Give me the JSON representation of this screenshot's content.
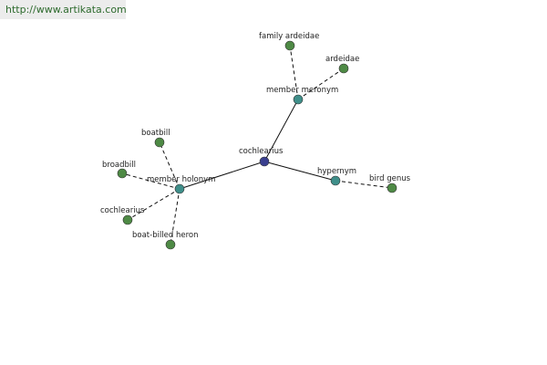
{
  "header": {
    "url": "http://www.artikata.com"
  },
  "colors": {
    "center": "#3a3f8f",
    "relation": "#3f8f8a",
    "leaf": "#4e8a45",
    "edge": "#111111"
  },
  "graph": {
    "nodes": [
      {
        "id": "center",
        "label": "cochlearius",
        "kind": "center"
      },
      {
        "id": "member-meronym",
        "label": "member meronym",
        "kind": "relation"
      },
      {
        "id": "member-holonym",
        "label": "member holonym",
        "kind": "relation"
      },
      {
        "id": "hypernym",
        "label": "hypernym",
        "kind": "relation"
      },
      {
        "id": "family-ardeidae",
        "label": "family ardeidae",
        "kind": "leaf"
      },
      {
        "id": "ardeidae",
        "label": "ardeidae",
        "kind": "leaf"
      },
      {
        "id": "boatbill",
        "label": "boatbill",
        "kind": "leaf"
      },
      {
        "id": "broadbill",
        "label": "broadbill",
        "kind": "leaf"
      },
      {
        "id": "cochlearius-leaf",
        "label": "cochlearius",
        "kind": "leaf"
      },
      {
        "id": "boat-billed-heron",
        "label": "boat-billed heron",
        "kind": "leaf"
      },
      {
        "id": "bird-genus",
        "label": "bird genus",
        "kind": "leaf"
      }
    ],
    "edges": [
      {
        "from": "center",
        "to": "member-meronym",
        "style": "solid"
      },
      {
        "from": "center",
        "to": "member-holonym",
        "style": "solid"
      },
      {
        "from": "center",
        "to": "hypernym",
        "style": "solid"
      },
      {
        "from": "member-meronym",
        "to": "family-ardeidae",
        "style": "dashed"
      },
      {
        "from": "member-meronym",
        "to": "ardeidae",
        "style": "dashed"
      },
      {
        "from": "member-holonym",
        "to": "boatbill",
        "style": "dashed"
      },
      {
        "from": "member-holonym",
        "to": "broadbill",
        "style": "dashed"
      },
      {
        "from": "member-holonym",
        "to": "cochlearius-leaf",
        "style": "dashed"
      },
      {
        "from": "member-holonym",
        "to": "boat-billed-heron",
        "style": "dashed"
      },
      {
        "from": "hypernym",
        "to": "bird-genus",
        "style": "dashed"
      }
    ]
  }
}
